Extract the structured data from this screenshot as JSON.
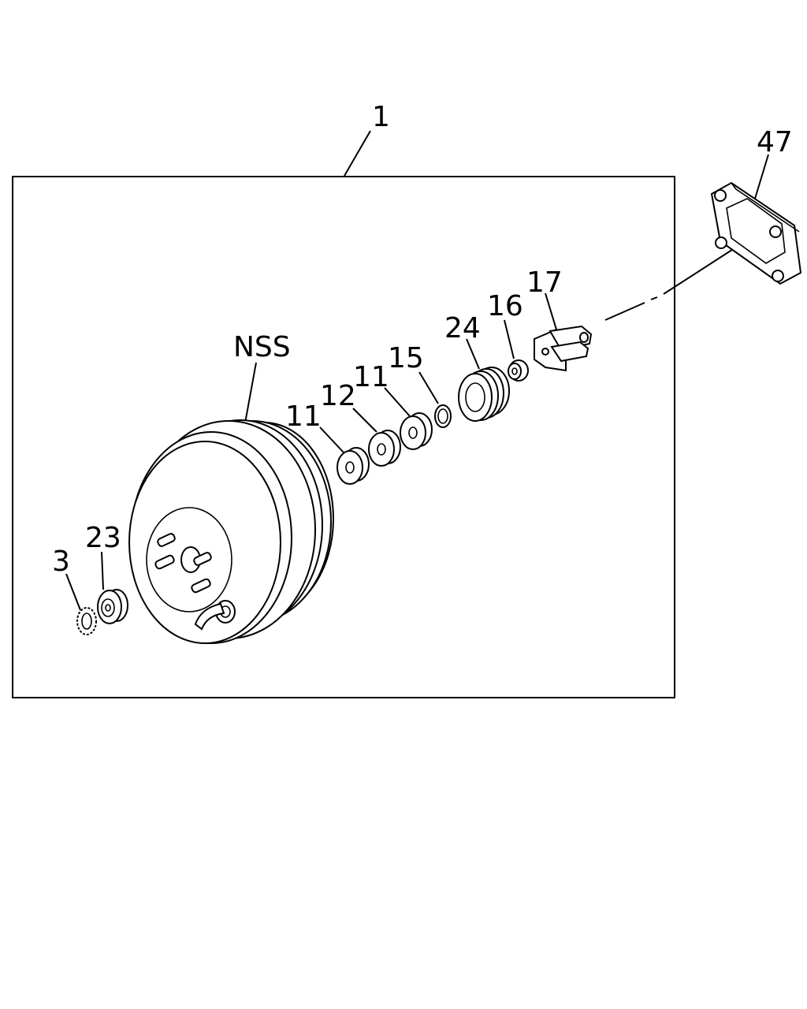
{
  "diagram": {
    "callouts": {
      "assembly": "1",
      "plate": "47",
      "clevis": "17",
      "nut": "16",
      "boot": "24",
      "ring15": "15",
      "washer11a": "11",
      "seal12": "12",
      "washer11b": "11",
      "nss": "NSS",
      "bearing23": "23",
      "lockwasher3": "3"
    }
  }
}
